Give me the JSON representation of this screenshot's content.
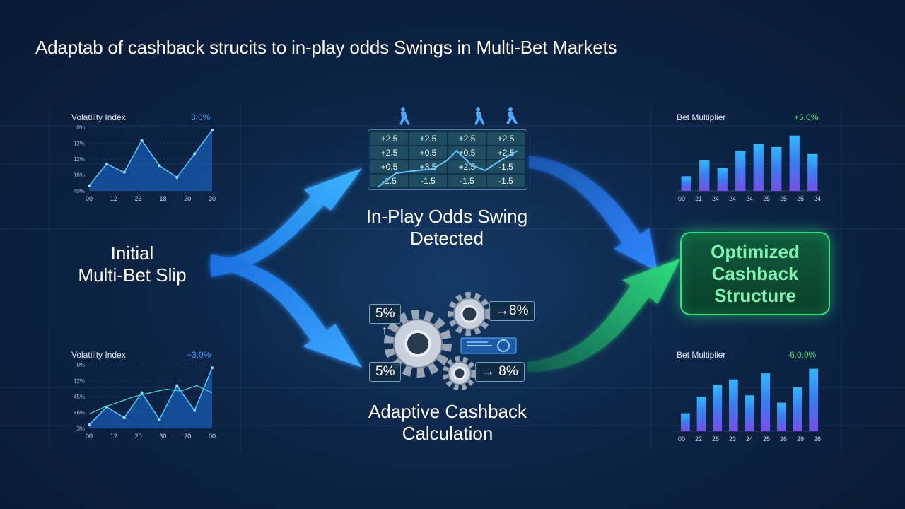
{
  "title": "Adaptab of cashback strucits to in-play odds Swings in Multi-Bet Markets",
  "nodes": {
    "initial": {
      "line1": "Initial",
      "line2": "Multi-Bet Slip"
    },
    "odds_swing": {
      "line1": "In-Play Odds Swing",
      "line2": "Detected"
    },
    "adaptive": {
      "line1": "Adaptive Cashback",
      "line2": "Calculation"
    },
    "optimized": {
      "line1": "Optimized",
      "line2": "Cashback",
      "line3": "Structure"
    }
  },
  "odds_table": {
    "rows": [
      [
        "+2.5",
        "+2.5",
        "+2.5",
        "+2.5"
      ],
      [
        "+2.5",
        "+0.5",
        "+0.5",
        "+2.5"
      ],
      [
        "+0.5",
        "+3.5",
        "+2.5",
        "-1.5"
      ],
      [
        "-1.5",
        "-1.5",
        "-1.5",
        "-1.5"
      ]
    ]
  },
  "gears": {
    "top_left_pct": "5%",
    "top_right_pct": "→8%",
    "bottom_left_pct": "5%",
    "bottom_right_pct": "→ 8%",
    "up_arrow": "↑"
  },
  "colors": {
    "accent_blue": "#2f9bff",
    "accent_green": "#2fe07e",
    "area_blue": "#1e6fd8",
    "line_cyan": "#47c7ff"
  },
  "chart_data": [
    {
      "type": "area",
      "title": "Volatility Index",
      "value_label": "3.0%",
      "x_ticks": [
        "00",
        "12",
        "26",
        "18",
        "20",
        "30"
      ],
      "y_ticks": [
        "0%",
        "12%",
        "12%",
        "18%",
        "40%"
      ],
      "series": [
        {
          "values": [
            3,
            16,
            11,
            30,
            15,
            8,
            22,
            36
          ]
        }
      ]
    },
    {
      "type": "area",
      "title": "Volatility Index",
      "value_label": "+3.0%",
      "x_ticks": [
        "00",
        "12",
        "20",
        "30",
        "20",
        "00"
      ],
      "y_ticks": [
        "0%",
        "12%",
        "45%",
        "+6%",
        "3%"
      ],
      "series": [
        {
          "values": [
            2,
            12,
            6,
            20,
            5,
            24,
            10,
            34
          ]
        },
        {
          "values": [
            8,
            12,
            15,
            18,
            20,
            22,
            21,
            24,
            20
          ]
        }
      ]
    },
    {
      "type": "bar",
      "title": "Bet Multiplier",
      "value_label": "+5.0%",
      "categories": [
        "00",
        "21",
        "24",
        "24",
        "24",
        "25",
        "25",
        "25",
        "24"
      ],
      "values": [
        23,
        48,
        36,
        63,
        74,
        69,
        87,
        58
      ],
      "ylim": [
        0,
        100
      ]
    },
    {
      "type": "bar",
      "title": "Bet Multiplier",
      "value_label": "-6.0.0%",
      "categories": [
        "00",
        "22",
        "25",
        "23",
        "24",
        "25",
        "26",
        "29",
        "26"
      ],
      "values": [
        27,
        52,
        70,
        78,
        54,
        87,
        43,
        66,
        94
      ],
      "ylim": [
        0,
        100
      ]
    }
  ]
}
